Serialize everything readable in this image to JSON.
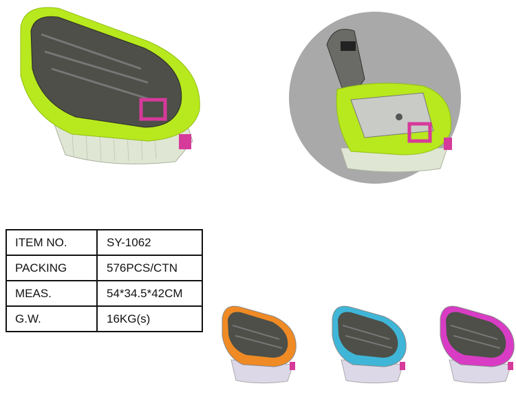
{
  "spec_table": {
    "rows": [
      {
        "label": "ITEM NO.",
        "value": "SY-1062"
      },
      {
        "label": "PACKING",
        "value": "576PCS/CTN"
      },
      {
        "label": "MEAS.",
        "value": "54*34.5*42CM"
      },
      {
        "label": "G.W.",
        "value": "16KG(s)"
      }
    ]
  },
  "products": {
    "main_color": "#b8e81e",
    "open_view_color": "#b8e81e",
    "variants": [
      {
        "color": "#f08a24"
      },
      {
        "color": "#3fb6d8"
      },
      {
        "color": "#d93cc4"
      }
    ],
    "accent_color": "#d63a9a",
    "circle_bg": "#a9a9a9"
  }
}
